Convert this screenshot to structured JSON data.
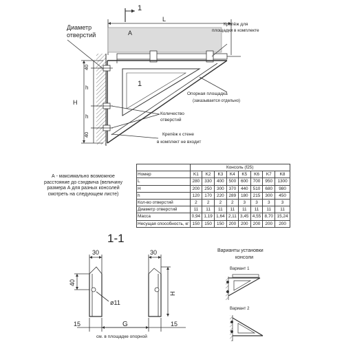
{
  "top": {
    "section_mark": "1",
    "dim_L": "L",
    "dim_A": "A",
    "diameter_label": [
      "Диаметр",
      "отверстий"
    ],
    "fastener_platform": [
      "Крепёж для",
      "площадки в комплекте"
    ],
    "support_platform": [
      "Опорная площадка",
      "(заказывается отдельно)"
    ],
    "holes_count": [
      "Количество",
      "отверстий"
    ],
    "wall_fastener": [
      "Крепёж к стене",
      "в комплект не входит"
    ],
    "dim_H": "H",
    "dim_h1": "h",
    "dim_h2": "h",
    "dim_40_top": "40",
    "dim_40_bottom": "40"
  },
  "note": "А - максимально возможное расстояние до сэндвича (величину размера А для разных консолей смотреть на следующем листе)",
  "table": {
    "title": "Консоль (f25)",
    "header": [
      "Номер",
      "K1",
      "K2",
      "K3",
      "K4",
      "K5",
      "K6",
      "K7",
      "K8"
    ],
    "rows": [
      [
        "L",
        "280",
        "330",
        "400",
        "500",
        "600",
        "700",
        "950",
        "1300"
      ],
      [
        "H",
        "200",
        "250",
        "300",
        "370",
        "440",
        "510",
        "680",
        "980"
      ],
      [
        "h",
        "120",
        "170",
        "220",
        "289",
        "180",
        "215",
        "300",
        "450"
      ],
      [
        "Кол-во отверстий",
        "2",
        "2",
        "2",
        "2",
        "3",
        "3",
        "3",
        "3"
      ],
      [
        "Диаметр отверстий",
        "11",
        "11",
        "11",
        "11",
        "11",
        "11",
        "11",
        "11"
      ],
      [
        "Масса",
        "0,94",
        "1,19",
        "1,64",
        "2,11",
        "3,45",
        "4,55",
        "8,70",
        "15,24"
      ],
      [
        "Несущая способность, кг",
        "150",
        "150",
        "150",
        "200",
        "200",
        "200",
        "200",
        "200"
      ]
    ]
  },
  "section": {
    "title": "1-1",
    "dim_30_left": "30",
    "dim_30_right": "30",
    "dim_40": "40",
    "dim_hole": "ø11",
    "dim_H": "H",
    "dim_15_left": "15",
    "dim_15_right": "15",
    "dim_G": "G",
    "footnote": "см. в площадке опорной"
  },
  "variants": {
    "title": [
      "Варианты установки",
      "консоли"
    ],
    "v1": "Вариант 1",
    "v2": "Вариант 2"
  }
}
